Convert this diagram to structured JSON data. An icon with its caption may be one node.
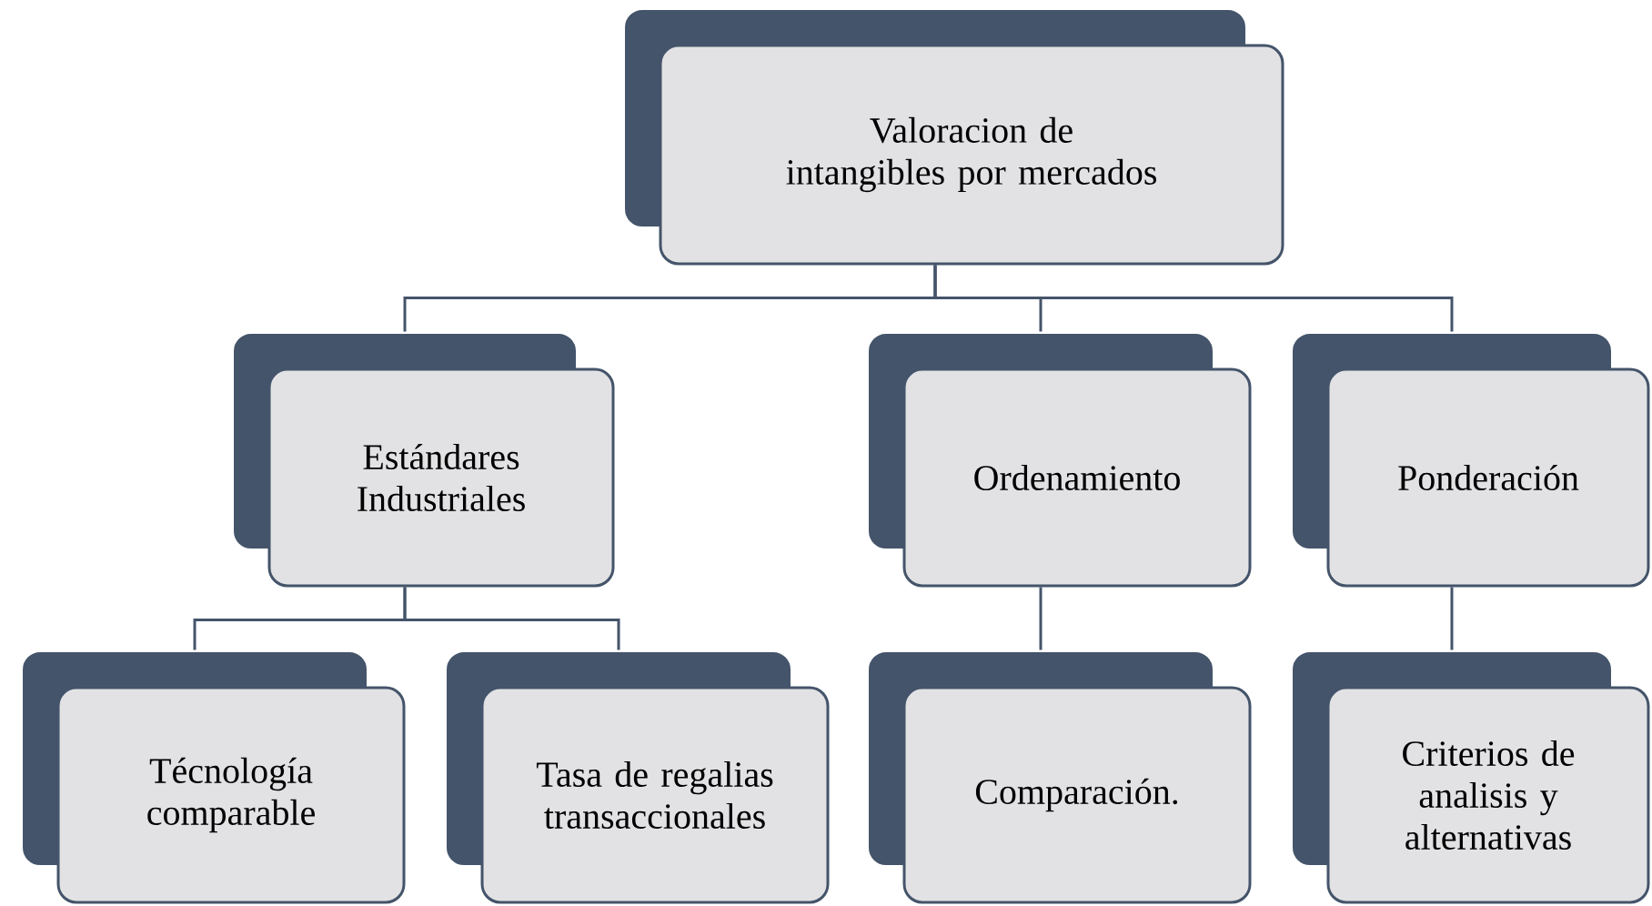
{
  "diagram": {
    "nodes": [
      {
        "text": [
          "Valoracion de intangibles por mercados"
        ]
      },
      {
        "text": [
          "Estándares Industriales"
        ]
      },
      {
        "text": [
          "Ordenamiento"
        ]
      },
      {
        "text": [
          "Ponderación"
        ]
      },
      {
        "text": [
          "Técnología comparable"
        ]
      },
      {
        "text": [
          "Tasa de regalias transaccionales"
        ]
      },
      {
        "text": [
          "Comparación."
        ]
      },
      {
        "text": [
          "Criterios de analisis y alternativas"
        ]
      }
    ],
    "edges": [
      {
        "from": 0,
        "to": 1,
        "arrow": "none"
      },
      {
        "from": 0,
        "to": 2,
        "arrow": "none"
      },
      {
        "from": 0,
        "to": 3,
        "arrow": "none"
      },
      {
        "from": 1,
        "to": 4,
        "arrow": "none"
      },
      {
        "from": 1,
        "to": 5,
        "arrow": "none"
      },
      {
        "from": 2,
        "to": 6,
        "arrow": "none"
      },
      {
        "from": 3,
        "to": 7,
        "arrow": "none"
      }
    ]
  }
}
